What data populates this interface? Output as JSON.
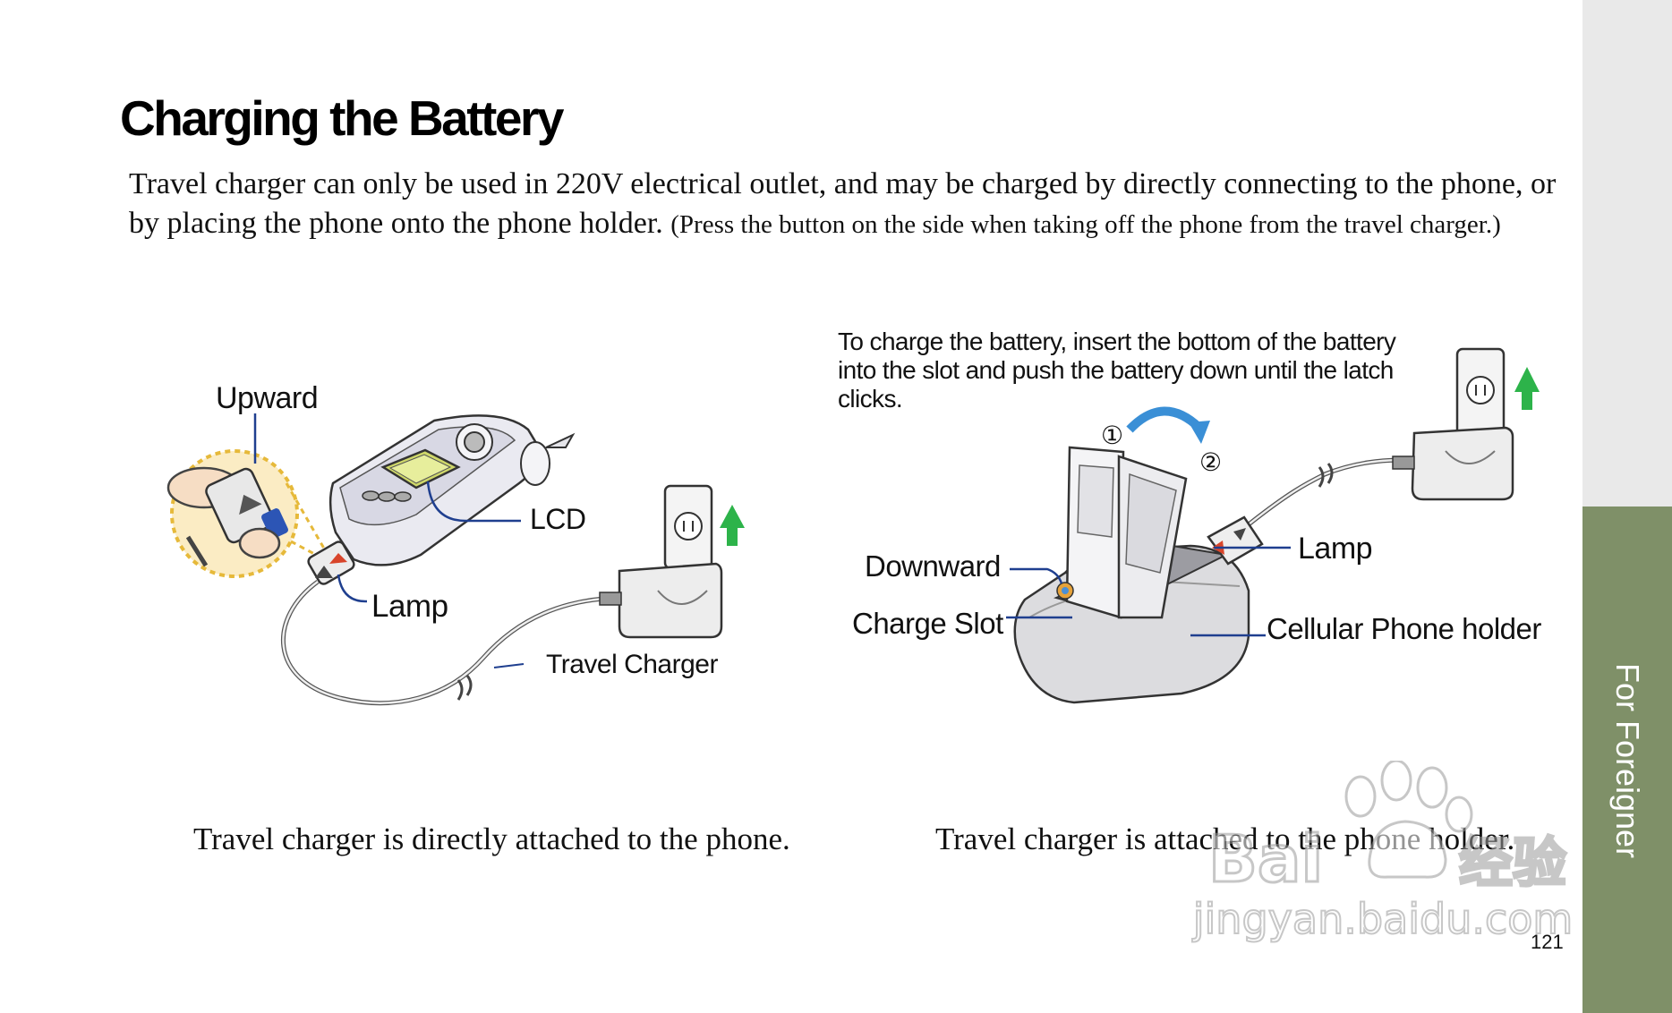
{
  "title": "Charging the Battery",
  "intro": {
    "text": "Travel charger can only be used in 220V electrical outlet, and may be charged by directly connecting to the phone, or by placing the phone onto the phone holder.",
    "note": "(Press the button on the side when taking off the phone from the travel charger.)"
  },
  "sidebar": {
    "label": "For Foreigner"
  },
  "figure_left": {
    "labels": {
      "upward": "Upward",
      "lcd": "LCD",
      "lamp": "Lamp",
      "travel_charger": "Travel Charger"
    },
    "caption": "Travel charger is directly attached to the phone."
  },
  "figure_right": {
    "instruction": "To charge the battery, insert the bottom of the battery into the slot and push the battery down until the latch clicks.",
    "step1": "①",
    "step2": "②",
    "labels": {
      "downward": "Downward",
      "charge_slot": "Charge Slot",
      "lamp": "Lamp",
      "holder": "Cellular Phone holder"
    },
    "caption": "Travel charger is attached to the phone holder."
  },
  "page_number": "121",
  "watermark": {
    "text": "jingyan.baidu.com"
  },
  "colors": {
    "sidebar_tab": "#7f9068",
    "sidebar_top": "#e9e9e9",
    "arrow_green": "#2db34a",
    "arrow_blue": "#3a8fd6",
    "callout_line": "#1f3f8f",
    "zoom_circle": "#f2cf63"
  }
}
